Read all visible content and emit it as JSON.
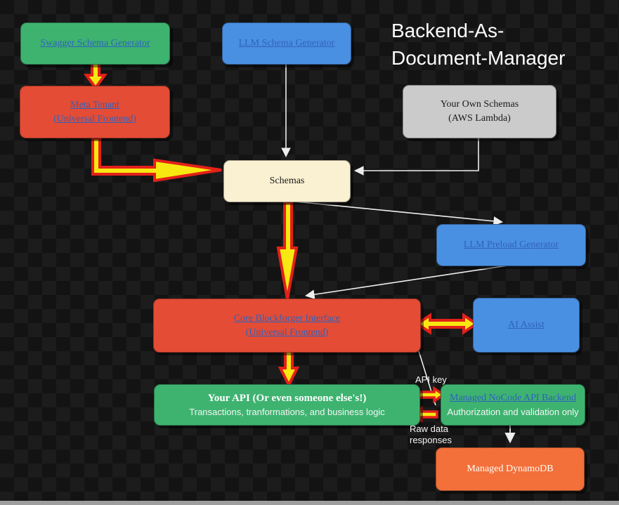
{
  "title": {
    "line1": "Backend-As-",
    "line2": "Document-Manager"
  },
  "nodes": {
    "swagger": {
      "label": "Swagger Schema Generator"
    },
    "llm_schema": {
      "label": "LLM Schema Generator"
    },
    "meta_tenant": {
      "line1": "Meta Tenant",
      "line2": "(Universal Frontend)"
    },
    "own_schemas": {
      "line1": "Your Own Schemas",
      "line2": "(AWS Lambda)"
    },
    "schemas": {
      "label": "Schemas"
    },
    "llm_preload": {
      "label": "LLM Preload Generator"
    },
    "core_blockforger": {
      "line1": "Core Blockforger Interface",
      "line2": "(Universal Frontend)"
    },
    "ai_assist": {
      "label": "AI Assist"
    },
    "your_api": {
      "line1": "Your API (Or even someone else's!)",
      "line2": "Transactions, tranformations, and business logic"
    },
    "nocode_backend": {
      "line1": "Managed NoCode API Backend",
      "line2": "Authorization and validation  only"
    },
    "dynamodb": {
      "label": "Managed DynamoDB"
    }
  },
  "labels": {
    "api_key": "API key",
    "raw_data_line1": "Raw data",
    "raw_data_line2": "responses"
  },
  "colors": {
    "node_green": "#3eb370",
    "node_blue": "#4a90e2",
    "node_red": "#e44c35",
    "node_gray": "#cbcbcb",
    "node_cream": "#faf0d2",
    "node_orange": "#f3703a",
    "link_blue": "#2f62bd",
    "arrow_yellow": "#f7e812",
    "arrow_red_outline": "#e32119",
    "connector_white": "#eeeeee"
  }
}
